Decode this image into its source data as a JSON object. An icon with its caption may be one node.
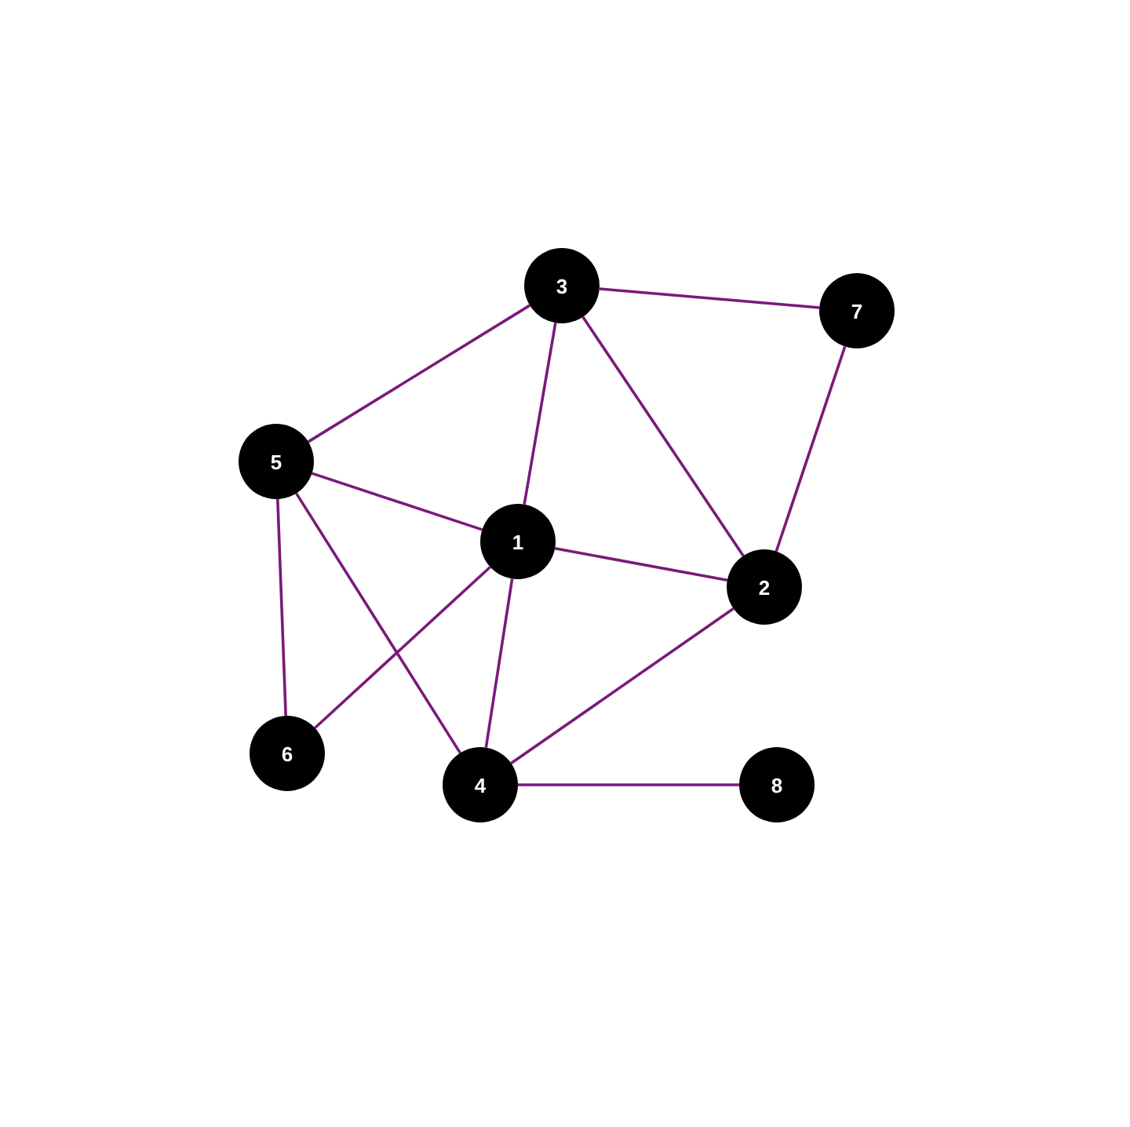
{
  "diagram": {
    "nodes": [
      {
        "text": [
          "1"
        ]
      },
      {
        "text": [
          "2"
        ]
      },
      {
        "text": [
          "3"
        ]
      },
      {
        "text": [
          "4"
        ]
      },
      {
        "text": [
          "5"
        ]
      },
      {
        "text": [
          "6"
        ]
      },
      {
        "text": [
          "7"
        ]
      },
      {
        "text": [
          "8"
        ]
      }
    ],
    "edges": [
      {
        "from": 2,
        "to": 6,
        "arrow": "none"
      },
      {
        "from": 2,
        "to": 4,
        "arrow": "none"
      },
      {
        "from": 2,
        "to": 0,
        "arrow": "none"
      },
      {
        "from": 2,
        "to": 1,
        "arrow": "none"
      },
      {
        "from": 6,
        "to": 1,
        "arrow": "none"
      },
      {
        "from": 4,
        "to": 0,
        "arrow": "none"
      },
      {
        "from": 4,
        "to": 5,
        "arrow": "none"
      },
      {
        "from": 4,
        "to": 3,
        "arrow": "none"
      },
      {
        "from": 0,
        "to": 1,
        "arrow": "none"
      },
      {
        "from": 0,
        "to": 5,
        "arrow": "none"
      },
      {
        "from": 0,
        "to": 3,
        "arrow": "none"
      },
      {
        "from": 1,
        "to": 3,
        "arrow": "none"
      },
      {
        "from": 3,
        "to": 7,
        "arrow": "none"
      }
    ]
  }
}
